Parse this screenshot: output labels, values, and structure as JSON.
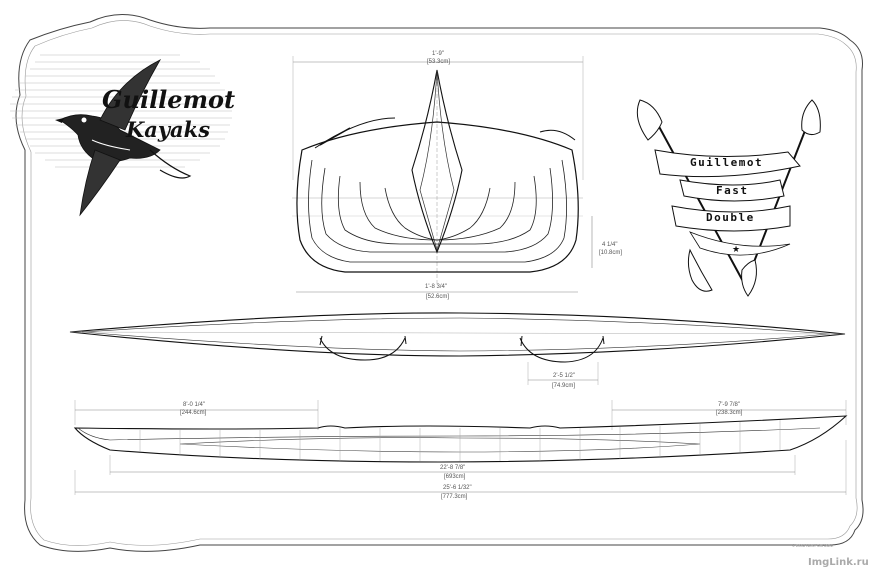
{
  "logo": {
    "line1": "Guillemot",
    "line2": "Kayaks"
  },
  "banner": {
    "word1": "Guillemot",
    "word2": "Fast",
    "word3": "Double"
  },
  "section_view": {
    "top_width_imperial": "1'-9\"",
    "top_width_metric": "[53.3cm]",
    "bottom_width_imperial": "1'-8 3/4\"",
    "bottom_width_metric": "[52.6cm]",
    "depth_imperial": "4 1/4\"",
    "depth_metric": "[10.8cm]"
  },
  "plan_view": {
    "cockpit_spacing_imperial": "2'-5 1/2\"",
    "cockpit_spacing_metric": "[74.9cm]"
  },
  "profile_view": {
    "bow_imperial": "8'-0 1/4\"",
    "bow_metric": "[244.6cm]",
    "stern_imperial": "7'-9 7/8\"",
    "stern_metric": "[238.3cm]",
    "waterline_imperial": "22'-8 7/8\"",
    "waterline_metric": "[693cm]",
    "overall_imperial": "25'-6 1/32\"",
    "overall_metric": "[777.3cm]"
  },
  "copyright": "© 2008 NICK SCHADE",
  "watermark": "ImgLink.ru",
  "colors": {
    "ink": "#111111",
    "dim": "#888888",
    "background": "#ffffff"
  }
}
